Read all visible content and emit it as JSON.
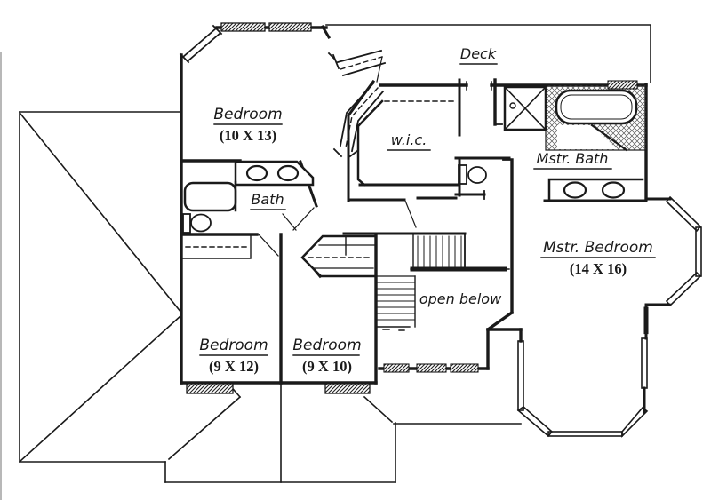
{
  "colors": {
    "ink": "#1a1a1a",
    "paper": "#ffffff",
    "hatch": "#333333"
  },
  "labels": {
    "deck": "Deck",
    "bedroom_upper": "Bedroom",
    "bedroom_upper_dims": "(10 X 13)",
    "wic": "w.i.c.",
    "master_bath": "Mstr. Bath",
    "bath": "Bath",
    "master_bedroom": "Mstr. Bedroom",
    "master_bedroom_dims": "(14 X 16)",
    "bedroom_left": "Bedroom",
    "bedroom_left_dims": "(9 X 12)",
    "bedroom_mid": "Bedroom",
    "bedroom_mid_dims": "(9 X 10)",
    "open_below": "open below"
  },
  "fixtures": [
    "bathtub",
    "toilet",
    "double-sink-vanity",
    "shower-stall",
    "garden-tub",
    "water-closet-toilet",
    "l-shaped-stairs",
    "stair-railing",
    "closet-rod",
    "bay-windows",
    "hatched-windows",
    "chimney-chase",
    "roof-outline"
  ]
}
